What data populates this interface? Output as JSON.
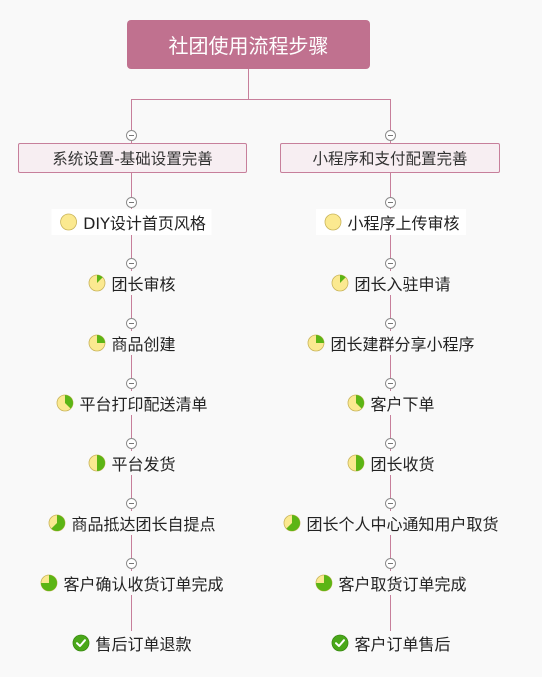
{
  "title": "社团使用流程步骤",
  "branches": [
    {
      "label": "系统设置-基础设置完善",
      "steps": [
        {
          "label": "DIY设计首页风格",
          "progress": 0,
          "icon": "pie-progress-icon"
        },
        {
          "label": "团长审核",
          "progress": 0.125,
          "icon": "pie-progress-icon"
        },
        {
          "label": "商品创建",
          "progress": 0.25,
          "icon": "pie-progress-icon"
        },
        {
          "label": "平台打印配送清单",
          "progress": 0.375,
          "icon": "pie-progress-icon"
        },
        {
          "label": "平台发货",
          "progress": 0.5,
          "icon": "pie-progress-icon"
        },
        {
          "label": "商品抵达团长自提点",
          "progress": 0.625,
          "icon": "pie-progress-icon"
        },
        {
          "label": "客户确认收货订单完成",
          "progress": 0.75,
          "icon": "pie-progress-icon"
        },
        {
          "label": "售后订单退款",
          "progress": 1,
          "icon": "check-done-icon"
        }
      ]
    },
    {
      "label": "小程序和支付配置完善",
      "steps": [
        {
          "label": "小程序上传审核",
          "progress": 0,
          "icon": "pie-progress-icon"
        },
        {
          "label": "团长入驻申请",
          "progress": 0.125,
          "icon": "pie-progress-icon"
        },
        {
          "label": "团长建群分享小程序",
          "progress": 0.25,
          "icon": "pie-progress-icon"
        },
        {
          "label": "客户下单",
          "progress": 0.375,
          "icon": "pie-progress-icon"
        },
        {
          "label": "团长收货",
          "progress": 0.5,
          "icon": "pie-progress-icon"
        },
        {
          "label": "团长个人中心通知用户取货",
          "progress": 0.625,
          "icon": "pie-progress-icon"
        },
        {
          "label": "客户取货订单完成",
          "progress": 0.75,
          "icon": "pie-progress-icon"
        },
        {
          "label": "客户订单售后",
          "progress": 1,
          "icon": "check-done-icon"
        }
      ]
    }
  ],
  "colors": {
    "root_fill": "#c0718f",
    "connector": "#c77f9b",
    "pie_empty": "#fbe990",
    "pie_filled": "#5cb515",
    "check_fill": "#4aa81a"
  }
}
